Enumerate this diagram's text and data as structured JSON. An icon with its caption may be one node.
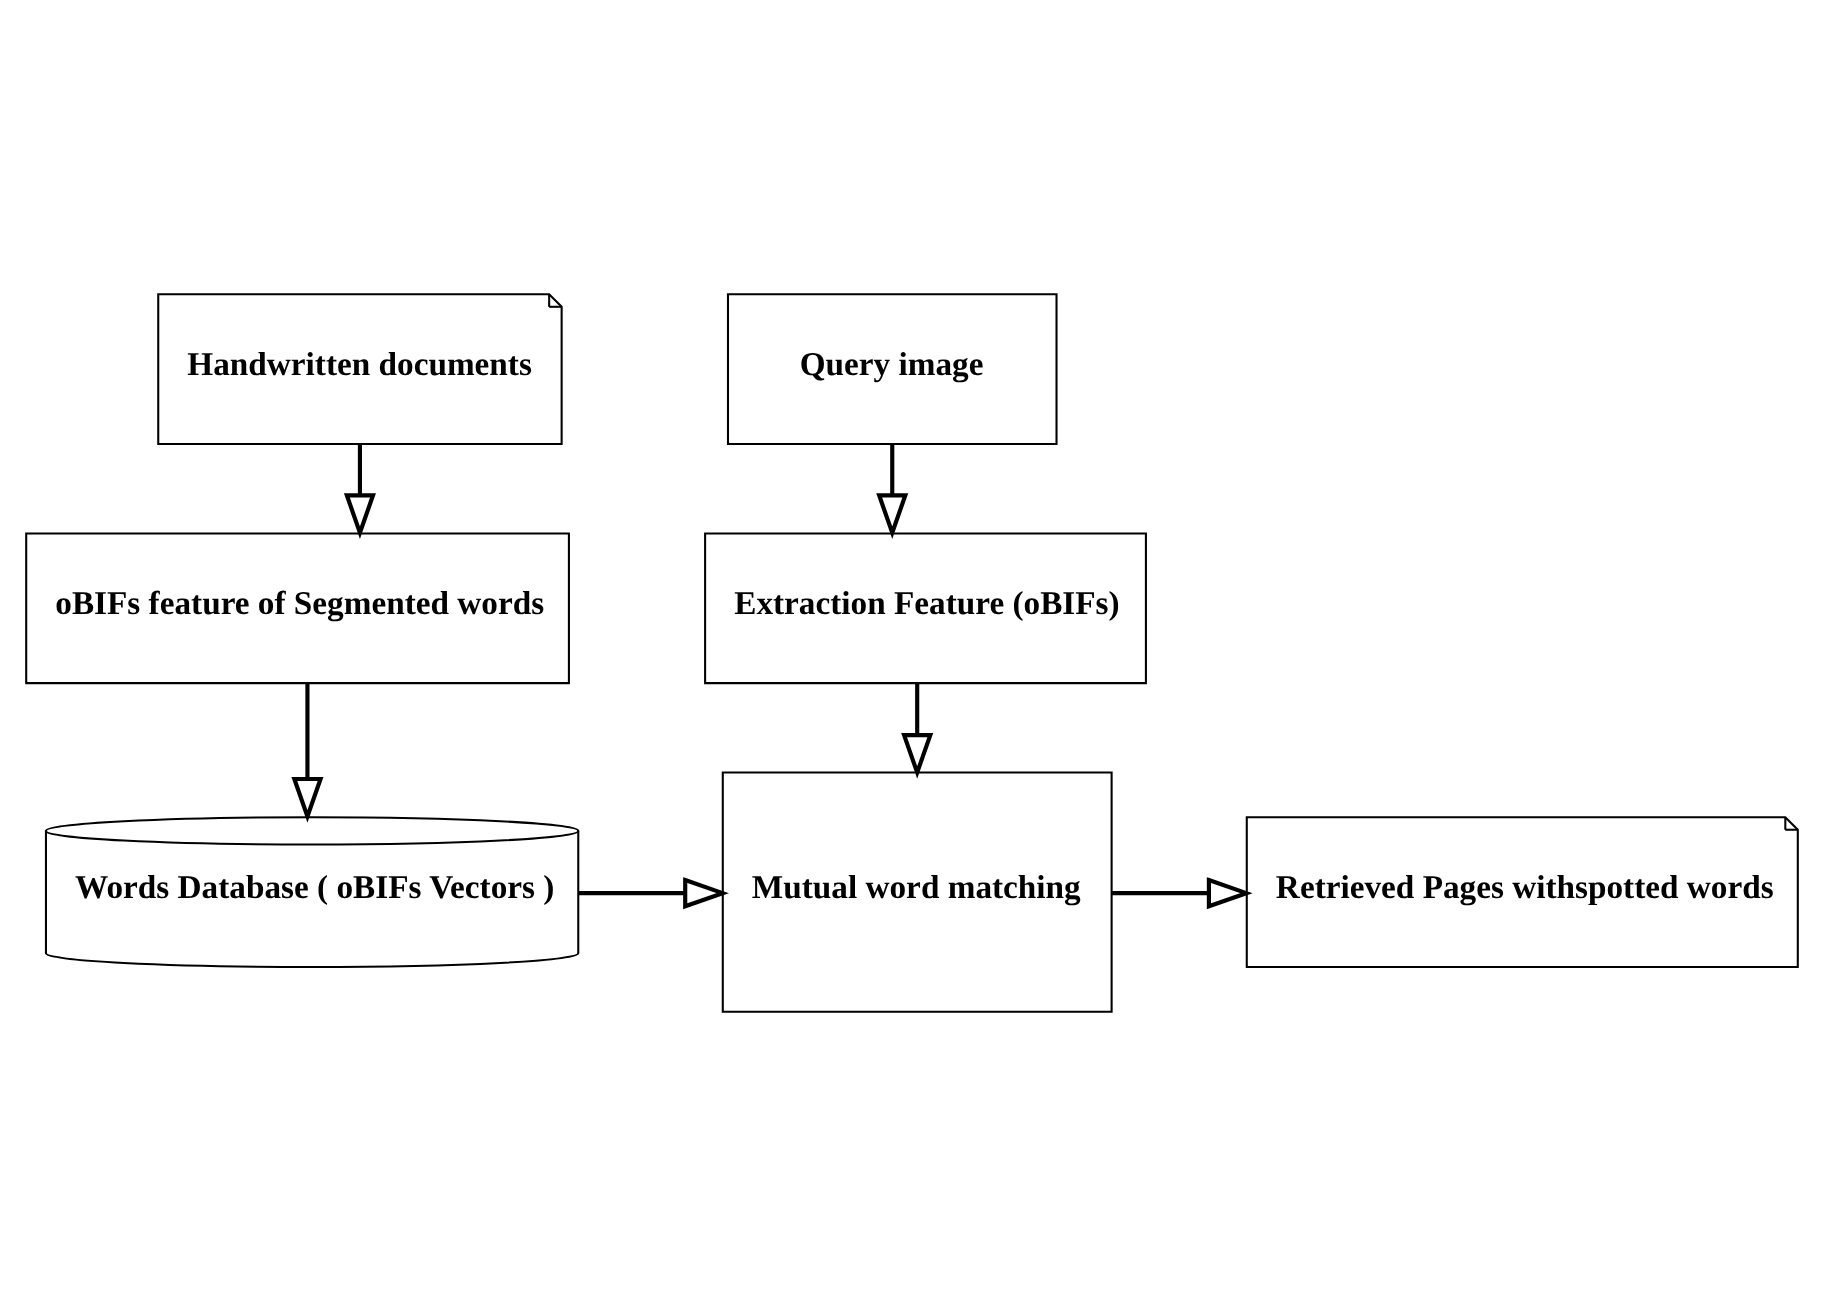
{
  "diagram": {
    "nodes": [
      {
        "text": [
          "Handwritten documents"
        ]
      },
      {
        "text": [
          "oBIFs feature of Segmented words"
        ]
      },
      {
        "text": [
          "Words Database ( oBIFs Vectors )"
        ]
      },
      {
        "text": [
          "Query image"
        ]
      },
      {
        "text": [
          "Extraction Feature (oBIFs)"
        ]
      },
      {
        "text": [
          "Mutual word matching"
        ]
      },
      {
        "text": [
          "Retrieved Pages withspotted words"
        ]
      }
    ],
    "edges": [
      {
        "from": 0,
        "to": 1,
        "arrow": "to"
      },
      {
        "from": 1,
        "to": 2,
        "arrow": "to"
      },
      {
        "from": 3,
        "to": 4,
        "arrow": "to"
      },
      {
        "from": 4,
        "to": 5,
        "arrow": "to"
      },
      {
        "from": 2,
        "to": 5,
        "arrow": "to"
      },
      {
        "from": 5,
        "to": 6,
        "arrow": "to"
      }
    ]
  }
}
